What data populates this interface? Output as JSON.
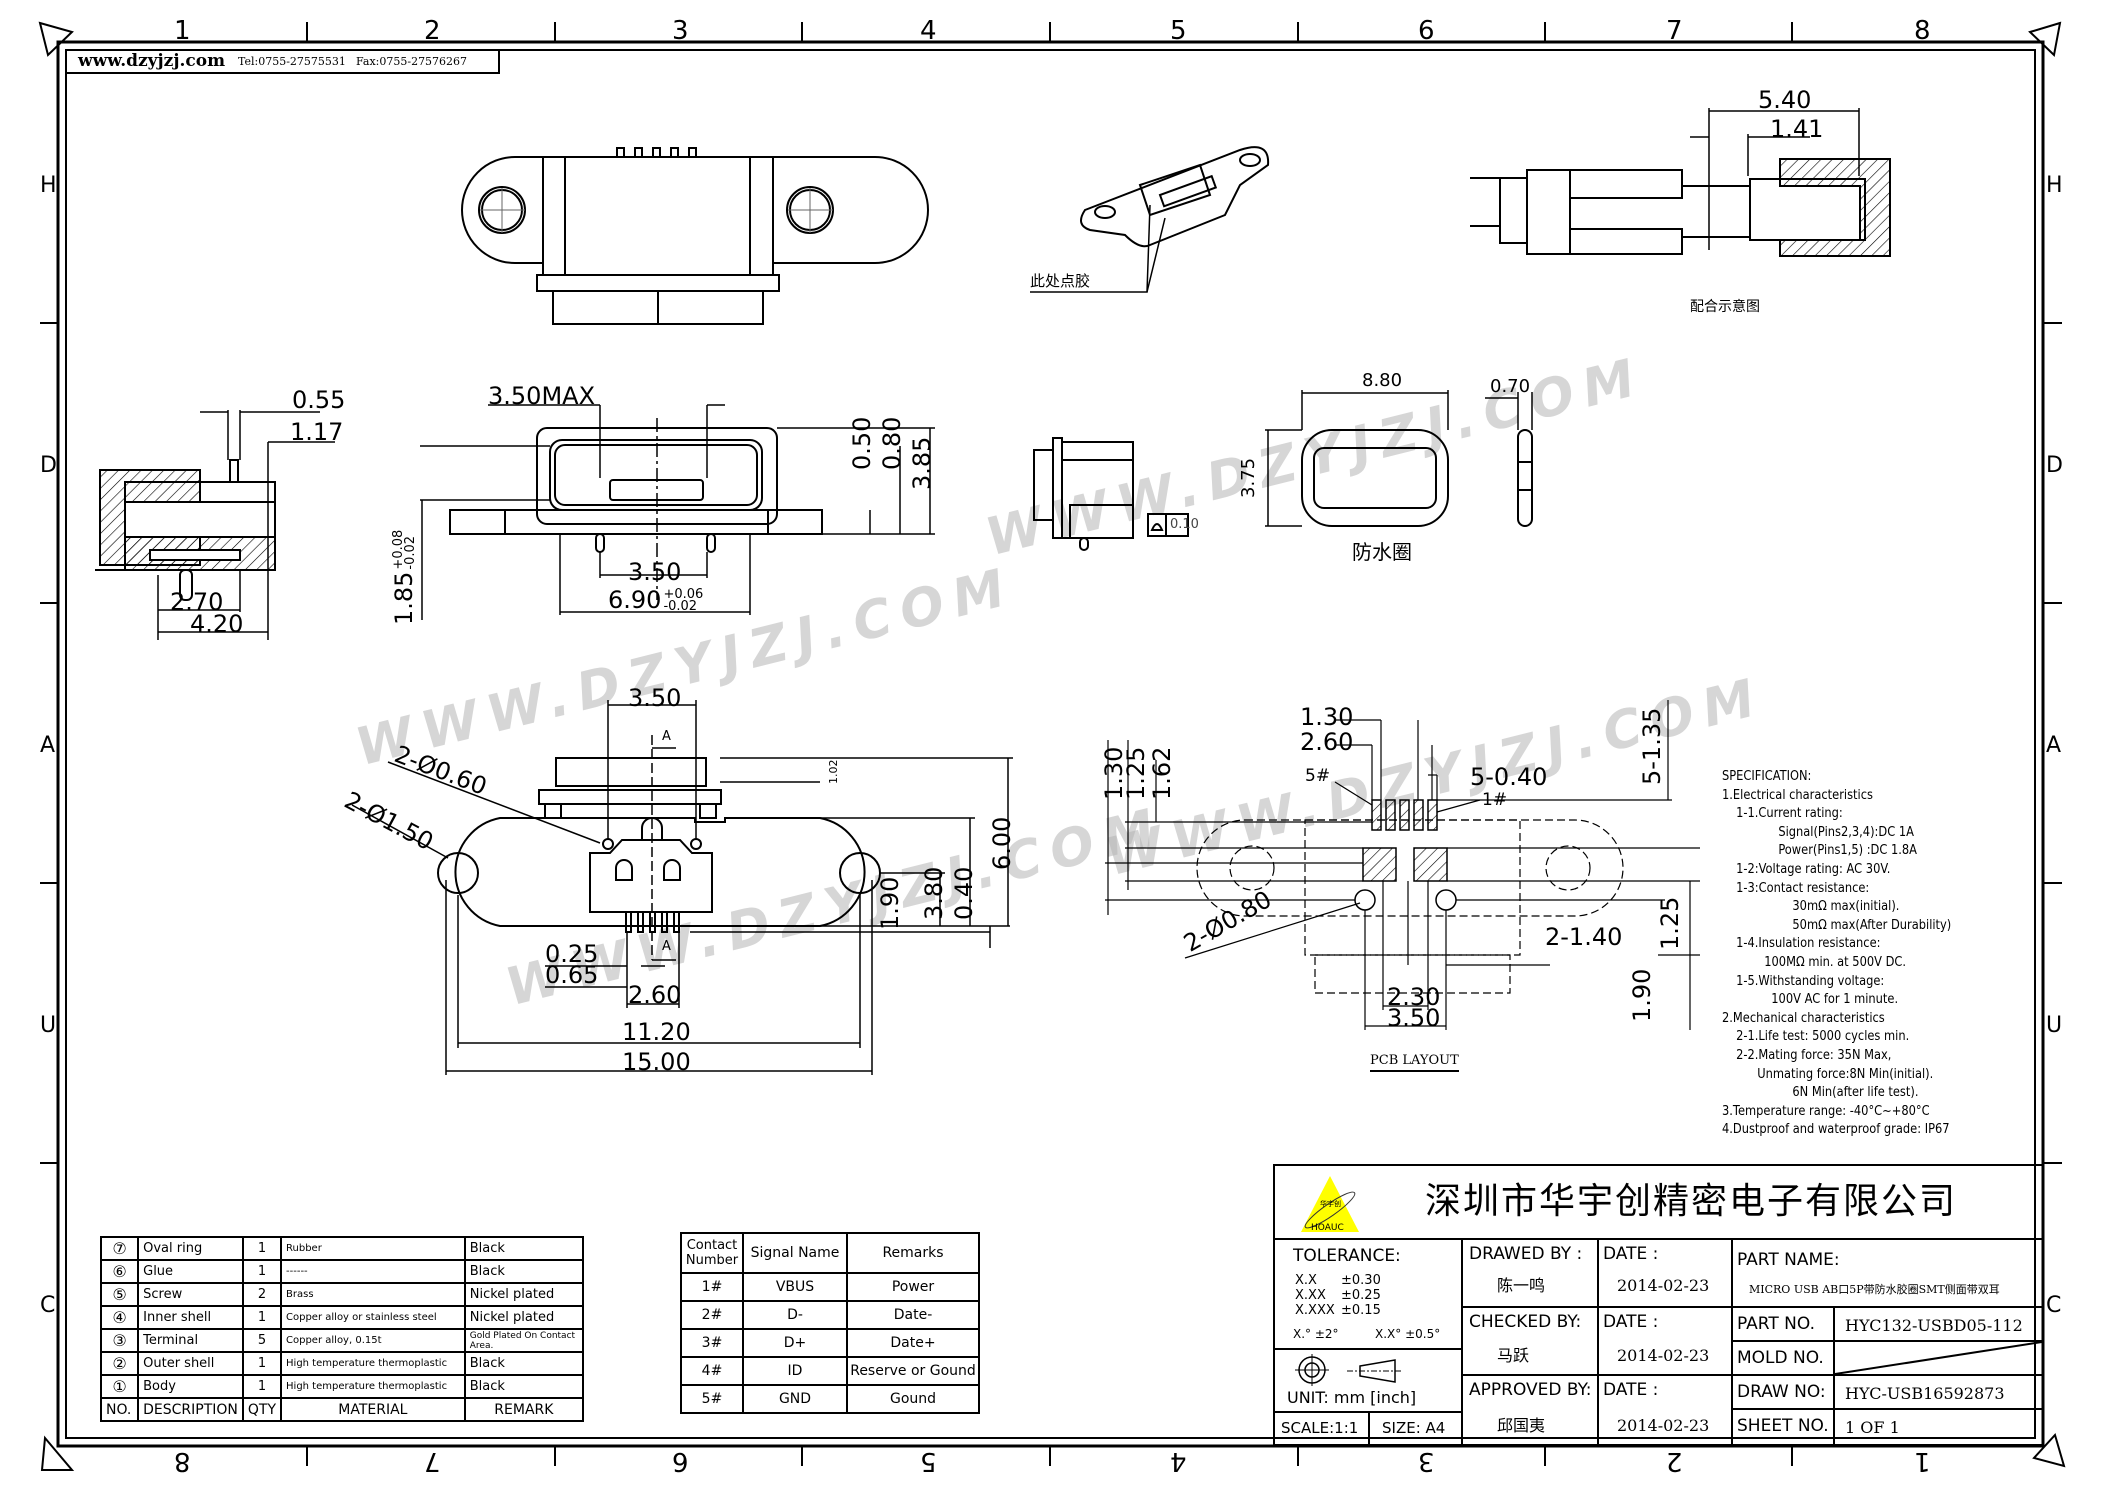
{
  "header": {
    "website": "www.dzyjzj.com",
    "tel": "Tel:0755-27575531",
    "fax": "Fax:0755-27576267"
  },
  "border_zones": {
    "columns_top": [
      "1",
      "2",
      "3",
      "4",
      "5",
      "6",
      "7",
      "8"
    ],
    "columns_bottom": [
      "8",
      "7",
      "6",
      "5",
      "4",
      "3",
      "2",
      "1"
    ],
    "rows": [
      "H",
      "D",
      "A",
      "U",
      "C"
    ]
  },
  "watermark": "WWW.DZYJZJ.COM",
  "views": {
    "top_view": {
      "name": "top-view"
    },
    "iso_view": {
      "glue_note": "此处点胶"
    },
    "mating_view": {
      "caption": "配合示意图",
      "dims": [
        "5.40",
        "1.41"
      ]
    },
    "side_section": {
      "dims": [
        "0.55",
        "1.17",
        "2.70",
        "4.20"
      ]
    },
    "front_view": {
      "dims": [
        "3.50MAX",
        "0.50",
        "0.80",
        "3.85",
        "3.50",
        "1.85"
      ],
      "tol_690": {
        "base": "6.90",
        "upper": "+0.06",
        "lower": "-0.02"
      },
      "tol_185": {
        "upper": "+0.08",
        "lower": "-0.02"
      }
    },
    "side_view": {
      "flatness_value": "0.10"
    },
    "oval_ring": {
      "dims": [
        "8.80",
        "3.75",
        "0.70"
      ],
      "caption": "防水圈"
    },
    "bottom_view": {
      "dims": [
        "3.50",
        "2-Ø0.60",
        "2-Ø1.50",
        "1.02",
        "3.80",
        "0.40",
        "6.00",
        "1.90",
        "0.25",
        "0.65",
        "2.60",
        "11.20",
        "15.00"
      ],
      "section_label": "A"
    },
    "pcb_layout": {
      "caption": "PCB LAYOUT",
      "dims": [
        "1.30",
        "2.60",
        "1.30",
        "1.25",
        "1.62",
        "5-0.40",
        "5-1.35",
        "2-Ø0.80",
        "2-1.40",
        "1.25",
        "1.90",
        "2.30",
        "3.50"
      ],
      "pin_labels": [
        "5#",
        "1#"
      ]
    }
  },
  "specification": {
    "title": "SPECIFICATION:",
    "lines": [
      {
        "indent": 0,
        "text": "1.Electrical characteristics"
      },
      {
        "indent": 1,
        "text": "1-1.Current rating:"
      },
      {
        "indent": 4,
        "text": "Signal(Pins2,3,4):DC  1A"
      },
      {
        "indent": 4,
        "text": "Power(Pins1,5) :DC  1.8A"
      },
      {
        "indent": 1,
        "text": "1-2:Voltage rating: AC 30V."
      },
      {
        "indent": 1,
        "text": "1-3:Contact resistance:"
      },
      {
        "indent": 5,
        "text": "30mΩ  max(initial)."
      },
      {
        "indent": 5,
        "text": "50mΩ  max(After Durability)"
      },
      {
        "indent": 1,
        "text": "1-4.Insulation resistance:"
      },
      {
        "indent": 3,
        "text": "100MΩ min. at 500V DC."
      },
      {
        "indent": 1,
        "text": "1-5.Withstanding voltage:"
      },
      {
        "indent": 3.5,
        "text": "100V AC for 1 minute."
      },
      {
        "indent": 0,
        "text": "2.Mechanical characteristics"
      },
      {
        "indent": 1,
        "text": "2-1.Life test: 5000 cycles min."
      },
      {
        "indent": 1,
        "text": "2-2.Mating force: 35N Max,"
      },
      {
        "indent": 2.5,
        "text": "Unmating force:8N Min(initial)."
      },
      {
        "indent": 5,
        "text": "6N Min(after life test)."
      },
      {
        "indent": 0,
        "text": "3.Temperature range: -40°C~+80°C"
      },
      {
        "indent": 0,
        "text": "4.Dustproof and waterproof grade: IP67"
      }
    ]
  },
  "bom": {
    "headers": [
      "NO.",
      "DESCRIPTION",
      "QTY",
      "MATERIAL",
      "REMARK"
    ],
    "rows": [
      {
        "no": "⑦",
        "description": "Oval ring",
        "qty": "1",
        "material": "Rubber",
        "remark": "Black"
      },
      {
        "no": "⑥",
        "description": "Glue",
        "qty": "1",
        "material": "------",
        "remark": "Black"
      },
      {
        "no": "⑤",
        "description": "Screw",
        "qty": "2",
        "material": "Brass",
        "remark": "Nickel plated"
      },
      {
        "no": "④",
        "description": "Inner shell",
        "qty": "1",
        "material": "Copper alloy or stainless steel",
        "remark": "Nickel plated"
      },
      {
        "no": "③",
        "description": "Terminal",
        "qty": "5",
        "material": "Copper alloy, 0.15t",
        "remark": "Gold Plated On Contact Area."
      },
      {
        "no": "②",
        "description": "Outer shell",
        "qty": "1",
        "material": "High temperature thermoplastic",
        "remark": "Black"
      },
      {
        "no": "①",
        "description": "Body",
        "qty": "1",
        "material": "High temperature thermoplastic",
        "remark": "Black"
      }
    ]
  },
  "pinout": {
    "headers": [
      "Contact Number",
      "Signal Name",
      "Remarks"
    ],
    "rows": [
      {
        "contact": "1#",
        "signal": "VBUS",
        "remark": "Power"
      },
      {
        "contact": "2#",
        "signal": "D-",
        "remark": "Date-"
      },
      {
        "contact": "3#",
        "signal": "D+",
        "remark": "Date+"
      },
      {
        "contact": "4#",
        "signal": "ID",
        "remark": "Reserve or Gound"
      },
      {
        "contact": "5#",
        "signal": "GND",
        "remark": "Gound"
      }
    ]
  },
  "title_block": {
    "company": "深圳市华宇创精密电子有限公司",
    "logo_text": "HOAUC",
    "logo_cn": "华宇创",
    "logo_color": "#ffff00",
    "tolerance": {
      "label": "TOLERANCE:",
      "rows": [
        [
          "X.X",
          "±0.30"
        ],
        [
          "X.XX",
          "±0.25"
        ],
        [
          "X.XXX",
          "±0.15"
        ]
      ],
      "angles": [
        "X.° ±2°",
        "X.X° ±0.5°"
      ]
    },
    "unit": "UNIT:  mm  [inch]",
    "scale": "SCALE:1:1",
    "size": "SIZE:  A4",
    "drawed_by_label": "DRAWED  BY :",
    "drawed_by": "陈一鸣",
    "checked_by_label": "CHECKED  BY:",
    "checked_by": "马跃",
    "approved_by_label": "APPROVED  BY:",
    "approved_by": "邱国夷",
    "date_label": "DATE  :",
    "dates": [
      "2014-02-23",
      "2014-02-23",
      "2014-02-23"
    ],
    "part_name_label": "PART  NAME:",
    "part_name": "MICRO USB AB口5P带防水胶圈SMT侧面带双耳",
    "part_no_label": "PART  NO.",
    "part_no": "HYC132-USBD05-112",
    "mold_no_label": "MOLD  NO.",
    "draw_no_label": "DRAW  NO:",
    "draw_no": "HYC-USB16592873",
    "sheet_no_label": "SHEET  NO.",
    "sheet_no": "1  OF  1"
  }
}
